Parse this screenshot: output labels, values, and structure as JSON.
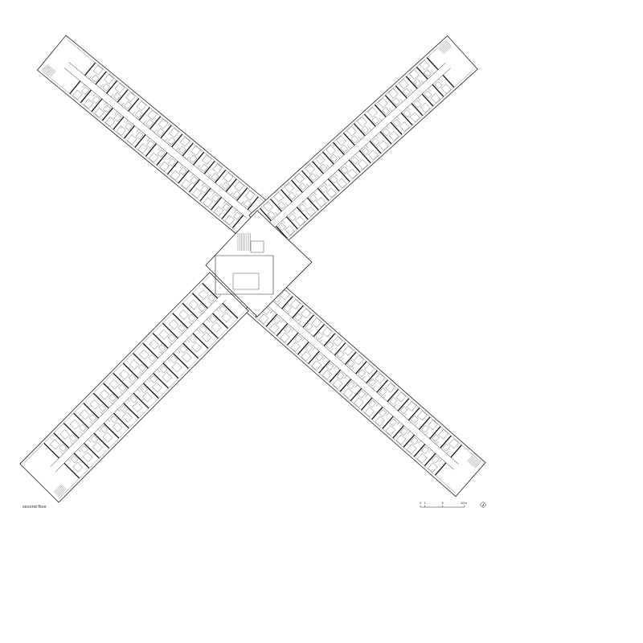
{
  "drawing": {
    "caption": "second floor"
  },
  "scale_bar": {
    "ticks": [
      "0",
      "1",
      "5",
      "10m"
    ]
  },
  "colors": {
    "background": "#ffffff",
    "line": "#222222",
    "wall": "#111111"
  },
  "icons": {
    "north_arrow": "north-arrow-icon"
  }
}
